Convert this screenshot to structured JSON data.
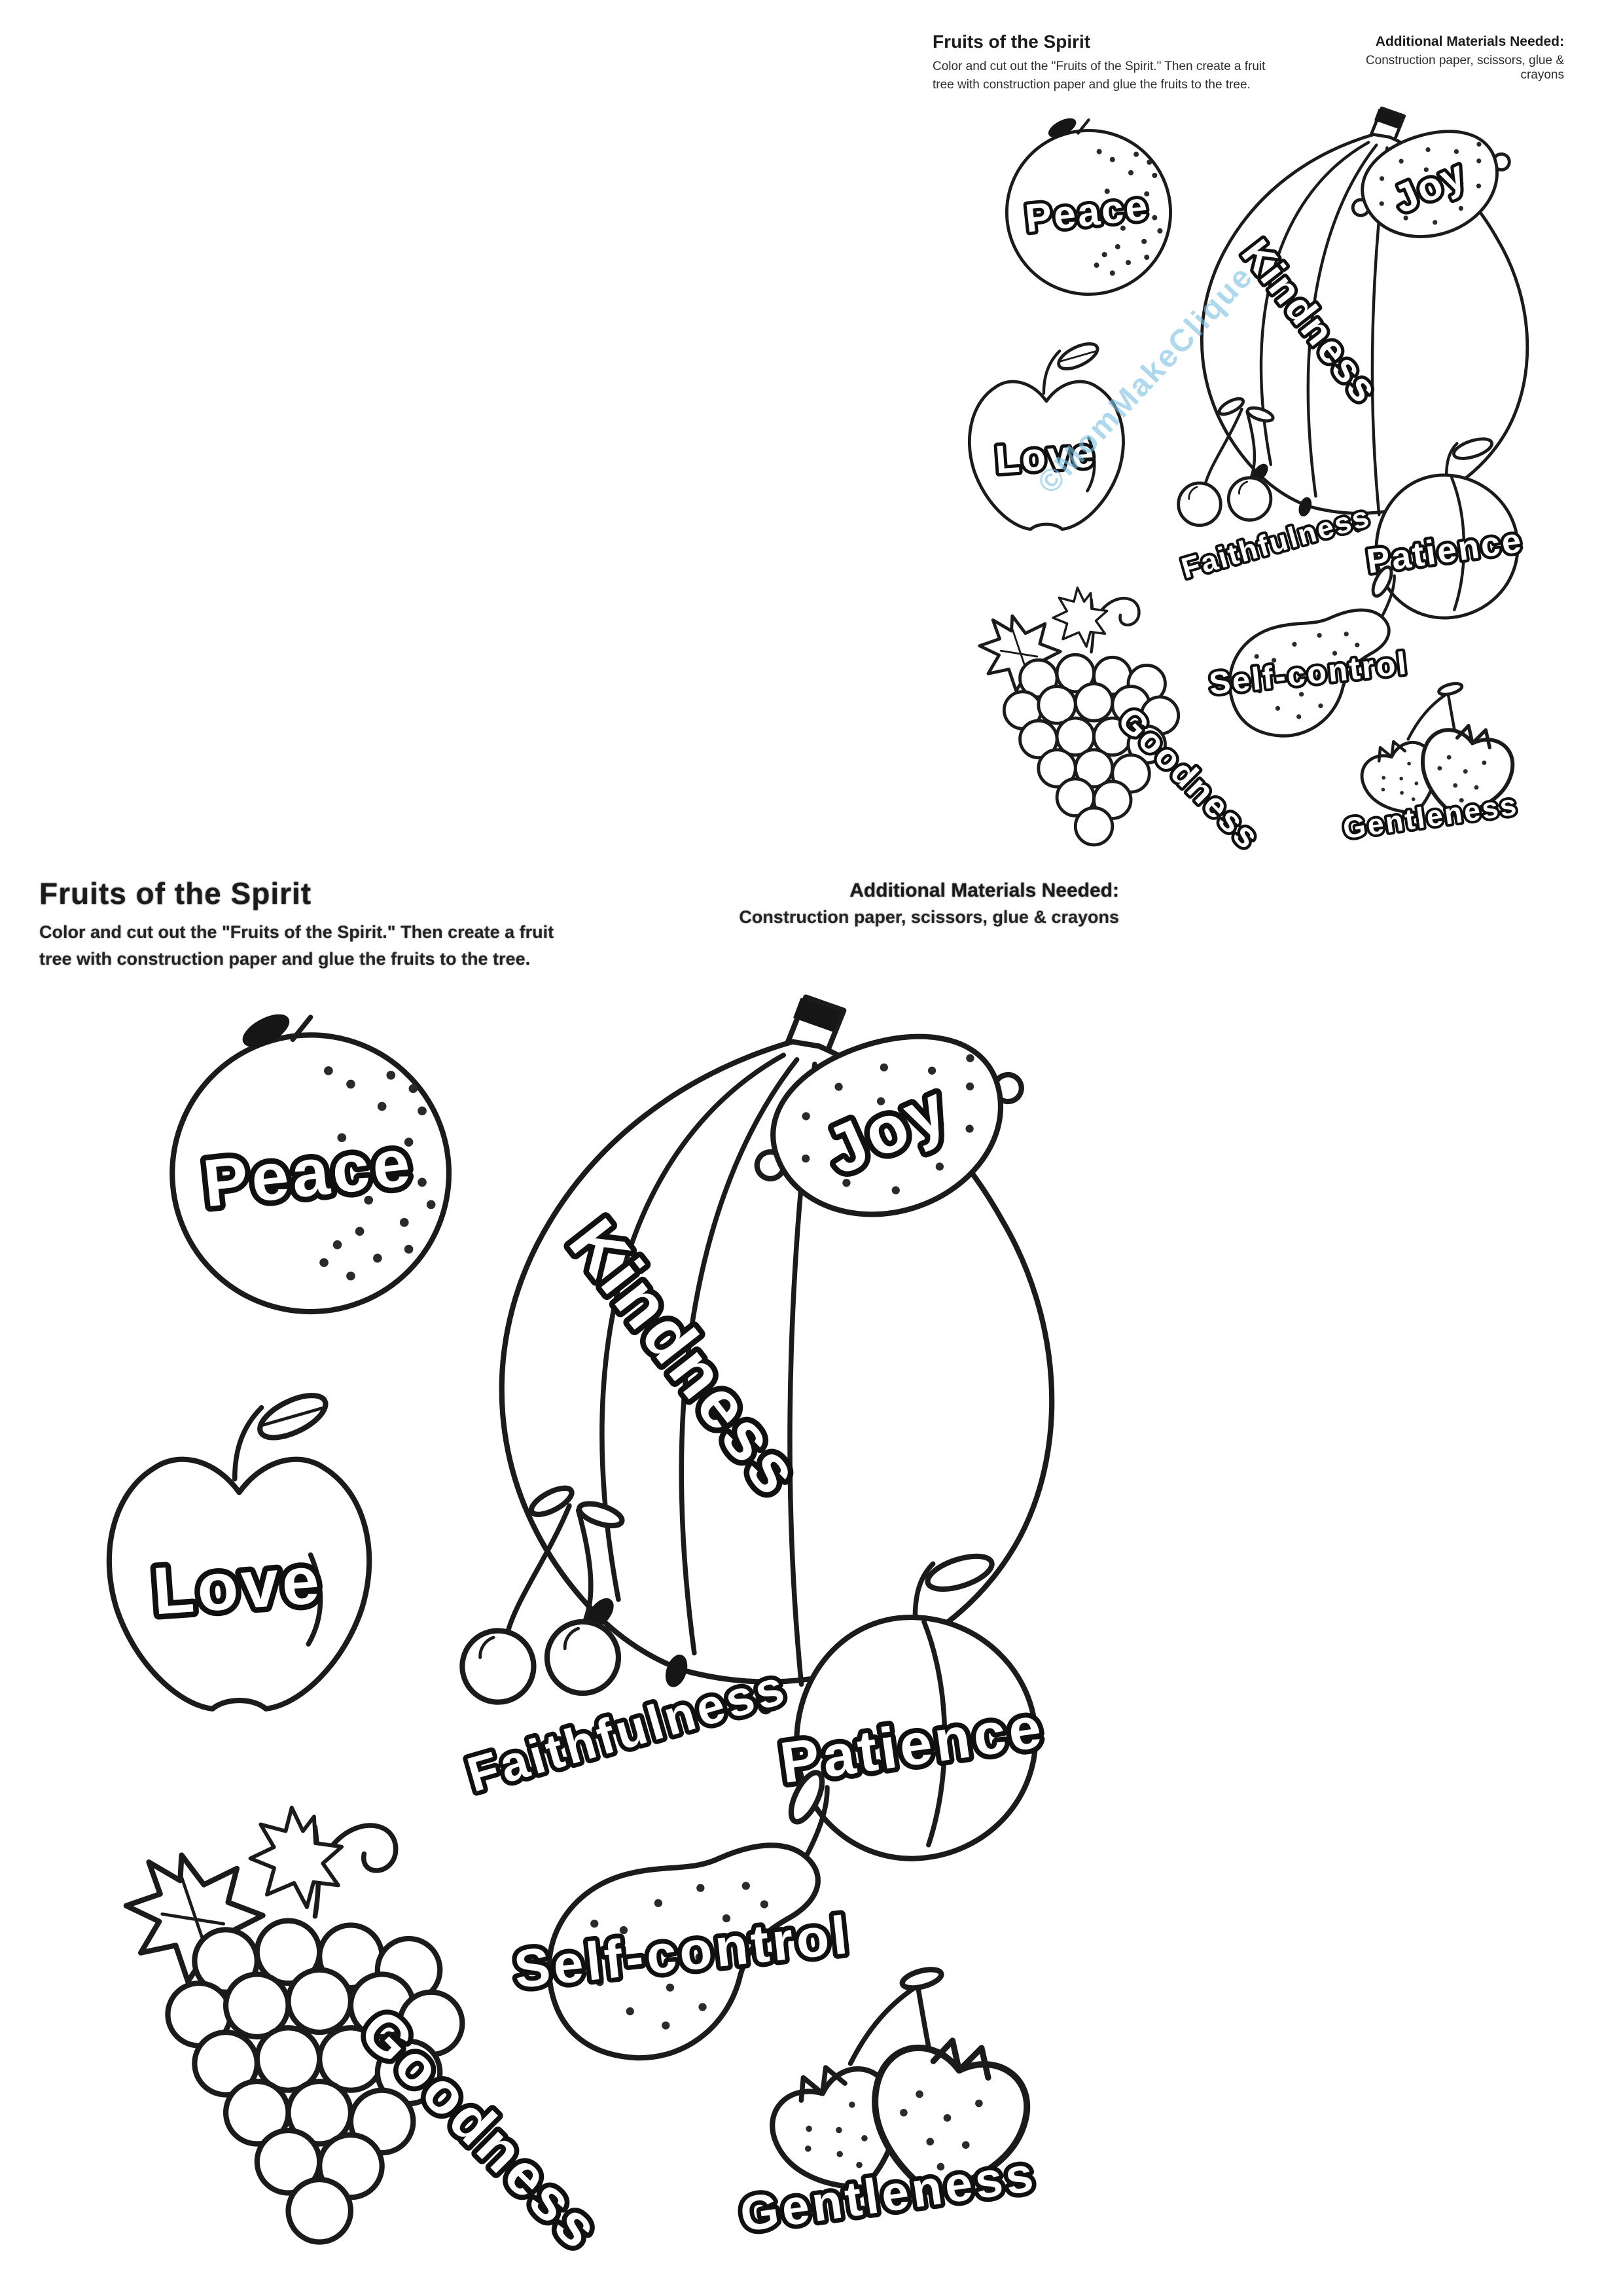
{
  "page": {
    "title": "Fruits of the Spirit",
    "instructions_line1": "Color and cut out the \"Fruits of the Spirit.\" Then create a fruit",
    "instructions_line2": "tree with construction paper and glue the fruits to the tree.",
    "materials_title": "Additional Materials Needed:",
    "materials_text": "Construction paper, scissors, glue & crayons",
    "watermark": "©MomMakeClique"
  },
  "fruits": [
    {
      "fruit": "orange",
      "label": "Peace"
    },
    {
      "fruit": "lemon",
      "label": "Joy"
    },
    {
      "fruit": "bananas",
      "label": "Kindness"
    },
    {
      "fruit": "apple",
      "label": "Love"
    },
    {
      "fruit": "cherries",
      "label": "Faithfulness"
    },
    {
      "fruit": "peach",
      "label": "Patience"
    },
    {
      "fruit": "pear",
      "label": "Self-control"
    },
    {
      "fruit": "grapes",
      "label": "Goodness"
    },
    {
      "fruit": "strawberries",
      "label": "Gentleness"
    }
  ],
  "colors": {
    "ink": "#1b1b1b",
    "watermark": "#7cc0e4"
  }
}
